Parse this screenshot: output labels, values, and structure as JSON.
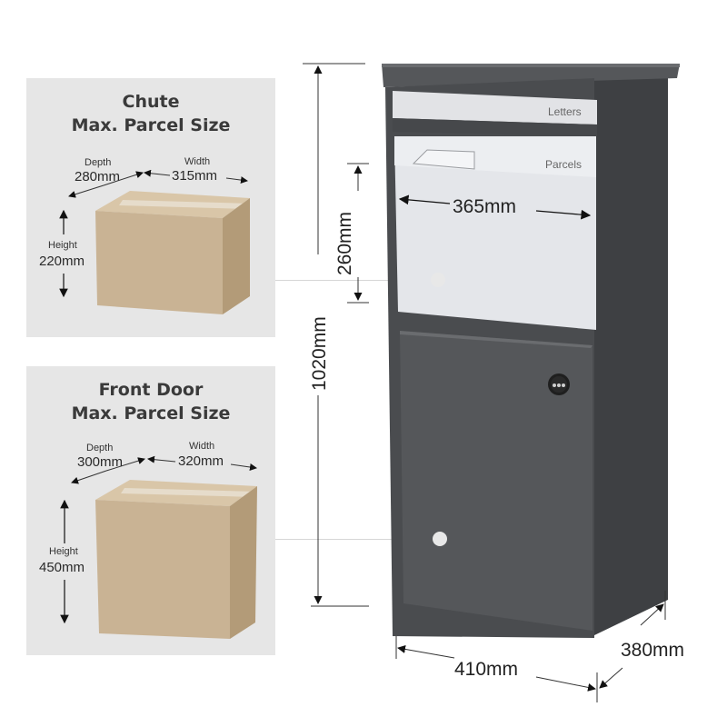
{
  "chute_panel": {
    "title_line1": "Chute",
    "title_line2": "Max. Parcel Size",
    "depth_label": "Depth",
    "depth_value": "280mm",
    "width_label": "Width",
    "width_value": "315mm",
    "height_label": "Height",
    "height_value": "220mm"
  },
  "door_panel": {
    "title_line1": "Front Door",
    "title_line2": "Max. Parcel Size",
    "depth_label": "Depth",
    "depth_value": "300mm",
    "width_label": "Width",
    "width_value": "320mm",
    "height_label": "Height",
    "height_value": "450mm"
  },
  "mailbox": {
    "letters_label": "Letters",
    "parcels_label": "Parcels",
    "chute_width": "365mm",
    "chute_height": "260mm",
    "total_height": "1020mm",
    "total_width": "410mm",
    "total_depth": "380mm"
  },
  "colors": {
    "panel_bg": "#e6e6e6",
    "body_dark": "#4a4c4f",
    "chute_light": "#e4e6ea",
    "cardboard": "#c9b394"
  }
}
